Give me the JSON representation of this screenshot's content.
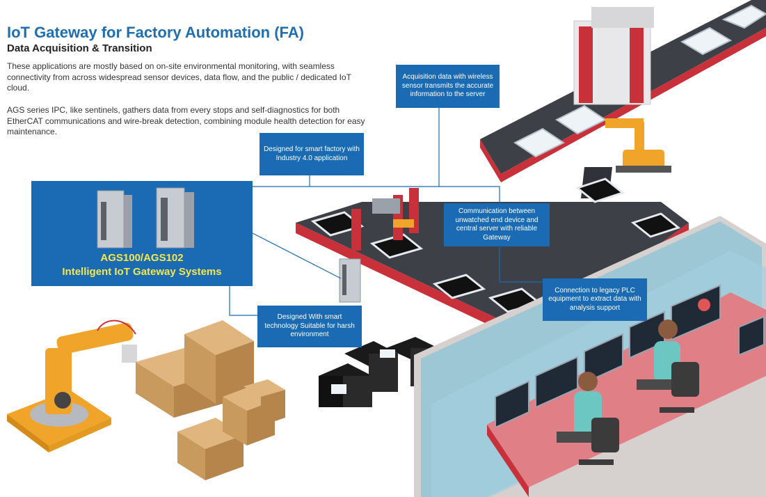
{
  "header": {
    "title": "IoT Gateway for Factory Automation (FA)",
    "subtitle": "Data Acquisition & Transition"
  },
  "intro": {
    "paragraph1": "These applications are mostly based on on-site environmental monitoring, with seamless connectivity from across widespread sensor devices, data flow,  and the public / dedicated IoT cloud.",
    "paragraph2": "AGS series IPC, like sentinels, gathers data from every stops and self-diagnostics for both EtherCAT communications and wire-break detection, combining module health detection for easy maintenance."
  },
  "product": {
    "model": "AGS100/AGS102",
    "name": "Intelligent IoT Gateway Systems"
  },
  "callouts": {
    "acquisition": "Acquisition data with wireless sensor transmits the accurate information to the server",
    "smart_factory": "Designed for smart factory with Industry 4.0 application",
    "communication": "Communication between unwatched end device and central server with reliable Gateway",
    "legacy_plc": "Connection to legacy PLC equipment to extract data with analysis support",
    "harsh": "Designed With smart technology Suitable for harsh environment"
  },
  "colors": {
    "callout_blue": "#1a6bb3",
    "title_blue": "#1f6fb0",
    "product_text": "#f6e84a",
    "conveyor_red": "#c9313a",
    "conveyor_gray": "#3d4047",
    "robot_orange": "#f0a52a",
    "box_tan": "#c89a5e",
    "desk_pink": "#e07f86"
  }
}
